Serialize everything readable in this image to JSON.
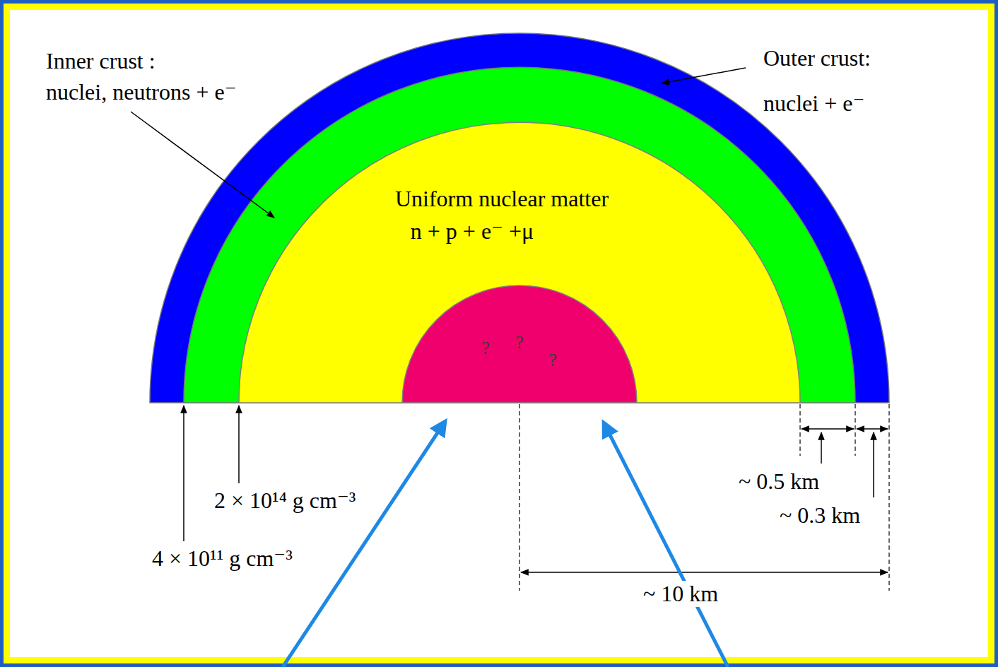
{
  "diagram": {
    "nodes": [
      {
        "text": [
          "Uniform nuclear matter",
          "n + p + e⁻ +μ"
        ]
      },
      {
        "text": [
          "?",
          "?",
          "?"
        ],
        "in": 0
      }
    ],
    "labels": [
      "Inner crust :",
      "nuclei, neutrons + e⁻",
      "Outer crust:",
      "nuclei + e⁻",
      "4 × 10¹¹ g cm⁻³",
      "2 × 10¹⁴ g cm⁻³",
      "~ 0.5 km",
      "~ 0.3 km",
      "~ 10 km"
    ]
  }
}
